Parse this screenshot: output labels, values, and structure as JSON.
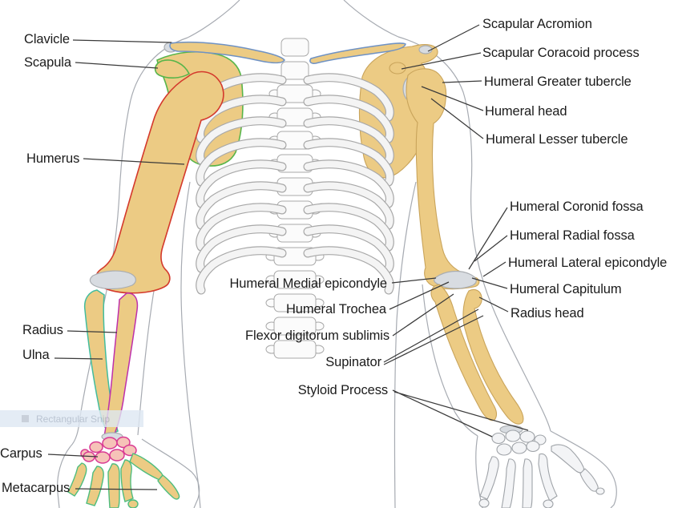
{
  "labels": {
    "clavicle": "Clavicle",
    "scapula": "Scapula",
    "humerus": "Humerus",
    "radius": "Radius",
    "ulna": "Ulna",
    "carpus": "Carpus",
    "metacarpus": "Metacarpus",
    "scapular_acromion": "Scapular Acromion",
    "scapular_coracoid": "Scapular Coracoid process",
    "humeral_greater_tubercle": "Humeral Greater tubercle",
    "humeral_head": "Humeral head",
    "humeral_lesser_tubercle": "Humeral Lesser tubercle",
    "humeral_coronid_fossa": "Humeral Coronid fossa",
    "humeral_radial_fossa": "Humeral Radial fossa",
    "humeral_lateral_epicondyle": "Humeral Lateral epicondyle",
    "humeral_capitulum": "Humeral Capitulum",
    "radius_head": "Radius head",
    "humeral_medial_epicondyle": "Humeral Medial epicondyle",
    "humeral_trochea": "Humeral Trochea",
    "flexor_digitorum_sublimis": "Flexor digitorum sublimis",
    "supinator": "Supinator",
    "styloid_process": "Styloid Process"
  },
  "snip_tooltip": {
    "text": "Rectangular Snip",
    "icon": "snip-square-icon"
  },
  "colors": {
    "bone_fill": "#ECCB84",
    "bone_outline": "#C9A45B",
    "cartilage_fill": "#D8DCE1",
    "rib_fill": "#FBFBFB",
    "rib_outline": "#A8A8A8",
    "skin_outline": "#A7ABB2",
    "highlight_red": "#D4392C",
    "highlight_green": "#58B54A",
    "highlight_blue": "#6F92C4",
    "highlight_magenta": "#BE30AB",
    "highlight_teal": "#43BD9E",
    "carpal_pink_fill": "#F6C3B8",
    "carpal_pink_outline": "#D93A93",
    "metacarpal_green_outline": "#4FBD7F",
    "hand_gray_fill": "#F3F4F6",
    "hand_gray_outline": "#9FA3A8",
    "label_text": "#1B1B1B",
    "connector_line": "#3A3A3A",
    "snip_bar_bg": "#DEE8F3",
    "snip_text": "#AAB6C8"
  }
}
